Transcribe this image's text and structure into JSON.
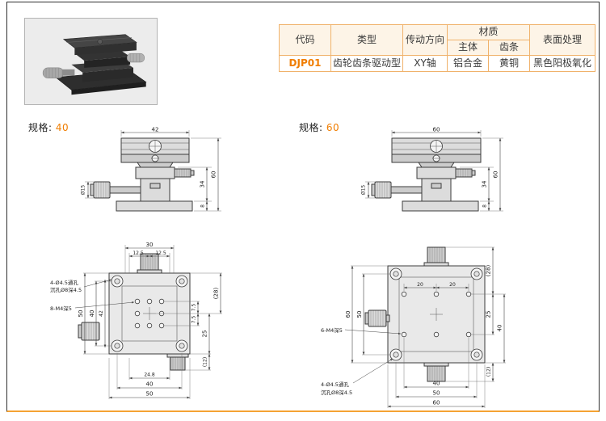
{
  "table": {
    "header": {
      "code": "代码",
      "type": "类型",
      "direction": "传动方向",
      "material": "材质",
      "material_body": "主体",
      "material_rack": "齿条",
      "surface": "表面处理"
    },
    "row": {
      "code": "DJP01",
      "type": "齿轮齿条驱动型",
      "direction": "XY轴",
      "body": "铝合金",
      "rack": "黄铜",
      "surface": "黑色阳极氧化"
    }
  },
  "spec40": {
    "label": "规格:",
    "value": "40",
    "front": {
      "w": "42",
      "h_total": "60",
      "h_mid": "34",
      "h_base": "8",
      "knob_dia": "Ø15"
    },
    "top": {
      "d30": "30",
      "d125a": "12.5",
      "d125b": "12.5",
      "d28": "(28)",
      "d75a": "7.5",
      "d75b": "7.5",
      "d25": "25",
      "d12": "(12)",
      "d50l": "50",
      "d40l": "40",
      "d42": "42",
      "d248": "24.8",
      "d40b": "40",
      "d50b": "50",
      "note_hole1": "4-Ø4.5通孔",
      "note_hole2": "沉孔Ø8深4.5",
      "note_tap": "8-M4深5"
    }
  },
  "spec60": {
    "label": "规格:",
    "value": "60",
    "front": {
      "w": "60",
      "h_total": "60",
      "h_mid": "34",
      "h_base": "8",
      "knob_dia": "Ø15"
    },
    "top": {
      "d20a": "20",
      "d20b": "20",
      "d28": "(28)",
      "d25": "25",
      "d40r": "40",
      "d12": "(12)",
      "d60l": "60",
      "d50l": "50",
      "d40b": "40",
      "d50b": "50",
      "d60b": "60",
      "note_tap": "6-M4深5",
      "note_hole1": "4-Ø4.5通孔",
      "note_hole2": "沉孔Ø8深4.5"
    }
  }
}
